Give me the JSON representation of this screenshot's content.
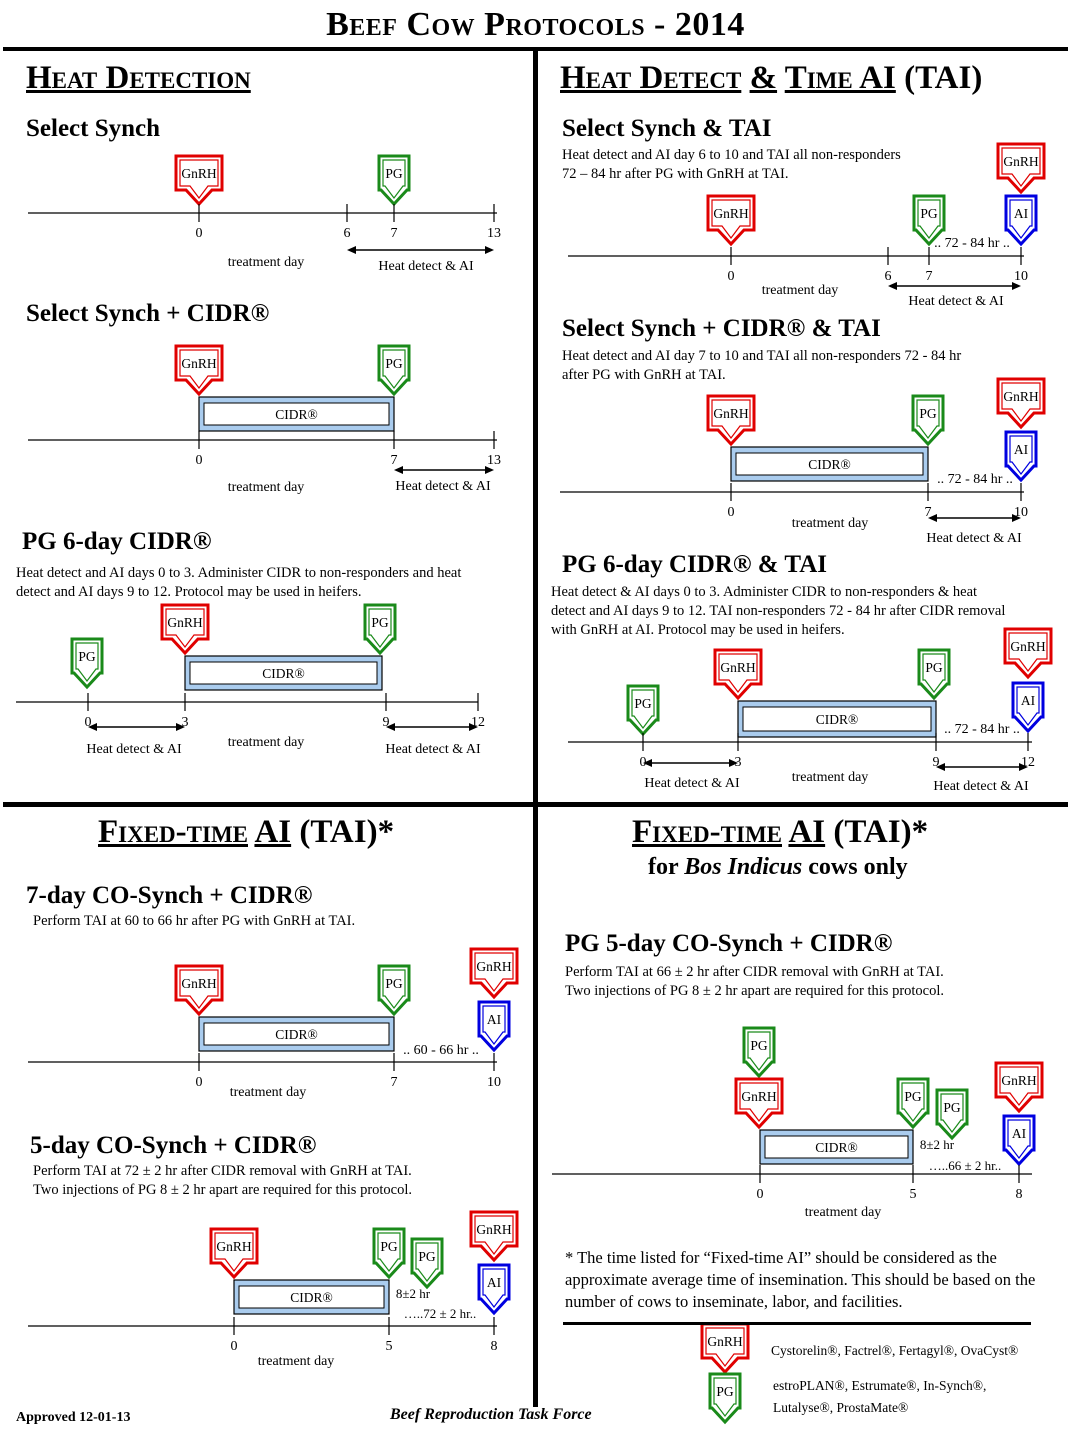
{
  "page_title": "Beef Cow Protocols - 2014",
  "sections": {
    "heat_detection": "Heat Detection",
    "hd_tai": {
      "a": "Heat Detect",
      "amp": "&",
      "b": "Time AI",
      "c": "(TAI)"
    },
    "fixed_left": {
      "a": "Fixed-time",
      "b": "AI",
      "c": "(TAI)*"
    },
    "fixed_right": {
      "a": "Fixed-time",
      "b": "AI",
      "c": "(TAI)*",
      "sub_pre": "for",
      "sub_em": "Bos Indicus",
      "sub_post": "cows only"
    }
  },
  "protocols": {
    "p1": {
      "title": "Select Synch"
    },
    "p2": {
      "title": "Select Synch + CIDR®"
    },
    "p3": {
      "title": "PG 6-day CIDR®",
      "desc": [
        "Heat detect and AI days 0 to 3.  Administer CIDR to non-responders and heat",
        "detect and AI days 9 to 12.  Protocol may be used in heifers."
      ]
    },
    "p4": {
      "title": "Select Synch & TAI",
      "desc": [
        "Heat detect and AI day 6 to 10 and TAI all non-responders",
        "72 – 84 hr after PG with GnRH at TAI."
      ]
    },
    "p5": {
      "title": "Select Synch + CIDR® & TAI",
      "desc": [
        "Heat detect and AI day 7 to 10 and TAI all non-responders 72 - 84 hr",
        "after PG with GnRH at TAI."
      ]
    },
    "p6": {
      "title": "PG 6-day CIDR® & TAI",
      "desc": [
        "Heat detect & AI days 0 to 3.  Administer CIDR to non-responders & heat",
        "detect and AI days 9 to 12. TAI non-responders  72 - 84 hr  after CIDR removal",
        "with GnRH at AI. Protocol may be used in heifers."
      ]
    },
    "p7": {
      "title": "7-day CO-Synch + CIDR®",
      "desc": [
        "Perform TAI at 60 to 66  hr after PG with GnRH at TAI."
      ]
    },
    "p8": {
      "title": "5-day CO-Synch + CIDR®",
      "desc": [
        "Perform TAI at 72 ± 2 hr after CIDR removal with GnRH at TAI.",
        "Two injections of  PG 8 ± 2 hr apart are required for this protocol."
      ]
    },
    "p9": {
      "title": "PG 5-day CO-Synch + CIDR®",
      "desc": [
        "Perform TAI at 66 ± 2 hr after CIDR removal with GnRH at TAI.",
        "Two injections of PG 8 ± 2 hr apart are required for this protocol."
      ]
    }
  },
  "labels": {
    "gnrh": "GnRH",
    "pg": "PG",
    "ai": "AI",
    "cidr": "CIDR®",
    "treatment_day": "treatment day",
    "heat_detect_ai": "Heat detect & AI",
    "hr_72_84": ".. 72 - 84 hr ..",
    "hr_60_66": ".. 60 - 66 hr ..",
    "hr_72pm2": "…..72 ± 2 hr..",
    "hr_66pm2": "…..66 ± 2 hr..",
    "pm8": "8±2 hr"
  },
  "ticks": {
    "d0": "0",
    "d3": "3",
    "d5": "5",
    "d6": "6",
    "d7": "7",
    "d8": "8",
    "d9": "9",
    "d10": "10",
    "d12": "12",
    "d13": "13"
  },
  "note": "* The time listed for “Fixed-time AI” should be considered as the approximate average time of insemination. This should be based on the number of cows to inseminate, labor, and facilities.",
  "legend": {
    "gnrh_products": "Cystorelin®, Factrel®, Fertagyl®, OvaCyst®",
    "pg_products_1": "estroPLAN®, Estrumate®, In-Synch®,",
    "pg_products_2": "Lutalyse®, ProstaMate®"
  },
  "footer": {
    "approved": "Approved 12-01-13",
    "task_force": "Beef Reproduction Task Force"
  },
  "colors": {
    "gnrh": "#e00000",
    "pg": "#1a8a1a",
    "ai": "#0000e0",
    "cidr_fill": "#aaccee"
  }
}
